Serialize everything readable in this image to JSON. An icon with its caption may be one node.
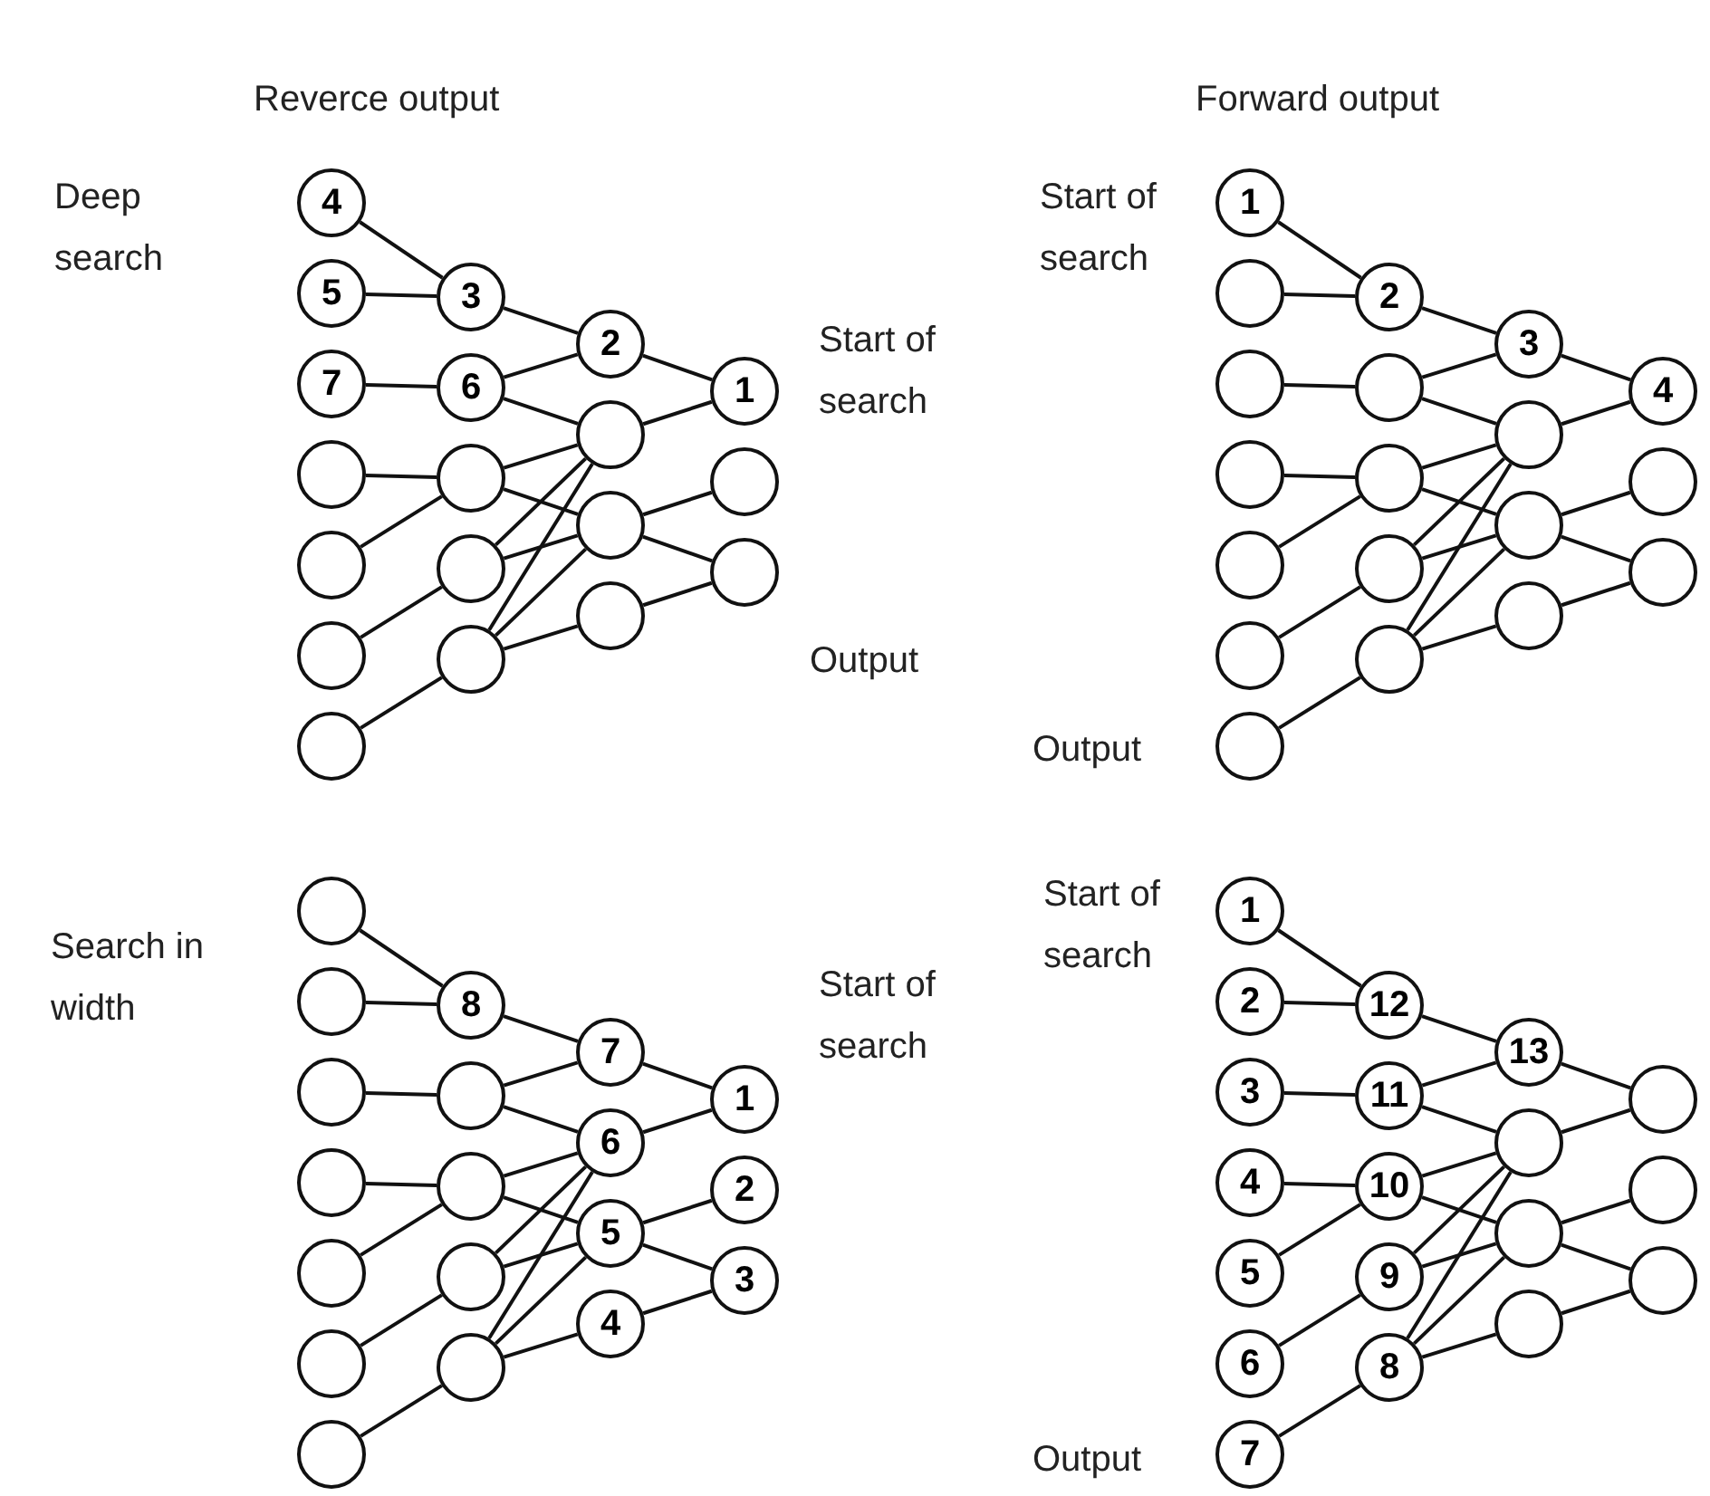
{
  "diagram": {
    "nodes": [
      {
        "text": [
          "4"
        ]
      },
      {
        "text": [
          "5"
        ]
      },
      {
        "text": [
          "7"
        ]
      },
      {
        "text": [],
        "shape": "circle"
      },
      {
        "text": [],
        "shape": "circle"
      },
      {
        "text": [],
        "shape": "circle"
      },
      {
        "text": [],
        "shape": "circle"
      },
      {
        "text": [
          "3"
        ]
      },
      {
        "text": [
          "6"
        ]
      },
      {
        "text": [],
        "shape": "circle"
      },
      {
        "text": [],
        "shape": "circle"
      },
      {
        "text": [],
        "shape": "circle"
      },
      {
        "text": [
          "2"
        ]
      },
      {
        "text": [],
        "shape": "circle"
      },
      {
        "text": [],
        "shape": "circle"
      },
      {
        "text": [],
        "shape": "circle"
      },
      {
        "text": [
          "1"
        ]
      },
      {
        "text": [],
        "shape": "circle"
      },
      {
        "text": [],
        "shape": "circle"
      },
      {
        "text": [
          "1"
        ]
      },
      {
        "text": [],
        "shape": "circle"
      },
      {
        "text": [],
        "shape": "circle"
      },
      {
        "text": [],
        "shape": "circle"
      },
      {
        "text": [],
        "shape": "circle"
      },
      {
        "text": [],
        "shape": "circle"
      },
      {
        "text": [],
        "shape": "circle"
      },
      {
        "text": [
          "2"
        ]
      },
      {
        "text": [],
        "shape": "circle"
      },
      {
        "text": [],
        "shape": "circle"
      },
      {
        "text": [],
        "shape": "circle"
      },
      {
        "text": [],
        "shape": "circle"
      },
      {
        "text": [
          "3"
        ]
      },
      {
        "text": [],
        "shape": "circle"
      },
      {
        "text": [],
        "shape": "circle"
      },
      {
        "text": [],
        "shape": "circle"
      },
      {
        "text": [
          "4"
        ]
      },
      {
        "text": [],
        "shape": "circle"
      },
      {
        "text": [],
        "shape": "circle"
      },
      {
        "text": [],
        "shape": "circle"
      },
      {
        "text": [],
        "shape": "circle"
      },
      {
        "text": [],
        "shape": "circle"
      },
      {
        "text": [],
        "shape": "circle"
      },
      {
        "text": [],
        "shape": "circle"
      },
      {
        "text": [],
        "shape": "circle"
      },
      {
        "text": [],
        "shape": "circle"
      },
      {
        "text": [
          "8"
        ]
      },
      {
        "text": [],
        "shape": "circle"
      },
      {
        "text": [],
        "shape": "circle"
      },
      {
        "text": [],
        "shape": "circle"
      },
      {
        "text": [],
        "shape": "circle"
      },
      {
        "text": [
          "7"
        ]
      },
      {
        "text": [
          "6"
        ]
      },
      {
        "text": [
          "5"
        ]
      },
      {
        "text": [
          "4"
        ]
      },
      {
        "text": [
          "1"
        ]
      },
      {
        "text": [
          "2"
        ]
      },
      {
        "text": [
          "3"
        ]
      },
      {
        "text": [
          "1"
        ]
      },
      {
        "text": [
          "2"
        ]
      },
      {
        "text": [
          "3"
        ]
      },
      {
        "text": [
          "4"
        ]
      },
      {
        "text": [
          "5"
        ]
      },
      {
        "text": [
          "6"
        ]
      },
      {
        "text": [
          "7"
        ]
      },
      {
        "text": [
          "12"
        ]
      },
      {
        "text": [
          "11"
        ]
      },
      {
        "text": [
          "10"
        ]
      },
      {
        "text": [
          "9"
        ]
      },
      {
        "text": [
          "8"
        ]
      },
      {
        "text": [
          "13"
        ]
      },
      {
        "text": [],
        "shape": "circle"
      },
      {
        "text": [],
        "shape": "circle"
      },
      {
        "text": [],
        "shape": "circle"
      },
      {
        "text": [],
        "shape": "circle"
      },
      {
        "text": [],
        "shape": "circle"
      },
      {
        "text": [],
        "shape": "circle"
      }
    ],
    "edges": [
      {
        "from": 0,
        "to": 7,
        "arrow": "none"
      },
      {
        "from": 1,
        "to": 7,
        "arrow": "none"
      },
      {
        "from": 2,
        "to": 8,
        "arrow": "none"
      },
      {
        "from": 3,
        "to": 9,
        "arrow": "none"
      },
      {
        "from": 4,
        "to": 9,
        "arrow": "none"
      },
      {
        "from": 5,
        "to": 10,
        "arrow": "none"
      },
      {
        "from": 6,
        "to": 11,
        "arrow": "none"
      },
      {
        "from": 7,
        "to": 12,
        "arrow": "none"
      },
      {
        "from": 8,
        "to": 12,
        "arrow": "none"
      },
      {
        "from": 8,
        "to": 13,
        "arrow": "none"
      },
      {
        "from": 9,
        "to": 13,
        "arrow": "none"
      },
      {
        "from": 9,
        "to": 14,
        "arrow": "none"
      },
      {
        "from": 10,
        "to": 13,
        "arrow": "none"
      },
      {
        "from": 10,
        "to": 14,
        "arrow": "none"
      },
      {
        "from": 11,
        "to": 13,
        "arrow": "none"
      },
      {
        "from": 11,
        "to": 14,
        "arrow": "none"
      },
      {
        "from": 11,
        "to": 15,
        "arrow": "none"
      },
      {
        "from": 12,
        "to": 16,
        "arrow": "none"
      },
      {
        "from": 13,
        "to": 16,
        "arrow": "none"
      },
      {
        "from": 14,
        "to": 17,
        "arrow": "none"
      },
      {
        "from": 14,
        "to": 18,
        "arrow": "none"
      },
      {
        "from": 15,
        "to": 18,
        "arrow": "none"
      },
      {
        "from": 19,
        "to": 26,
        "arrow": "none"
      },
      {
        "from": 20,
        "to": 26,
        "arrow": "none"
      },
      {
        "from": 21,
        "to": 27,
        "arrow": "none"
      },
      {
        "from": 22,
        "to": 28,
        "arrow": "none"
      },
      {
        "from": 23,
        "to": 28,
        "arrow": "none"
      },
      {
        "from": 24,
        "to": 29,
        "arrow": "none"
      },
      {
        "from": 25,
        "to": 30,
        "arrow": "none"
      },
      {
        "from": 26,
        "to": 31,
        "arrow": "none"
      },
      {
        "from": 27,
        "to": 31,
        "arrow": "none"
      },
      {
        "from": 27,
        "to": 32,
        "arrow": "none"
      },
      {
        "from": 28,
        "to": 32,
        "arrow": "none"
      },
      {
        "from": 28,
        "to": 33,
        "arrow": "none"
      },
      {
        "from": 29,
        "to": 32,
        "arrow": "none"
      },
      {
        "from": 29,
        "to": 33,
        "arrow": "none"
      },
      {
        "from": 30,
        "to": 32,
        "arrow": "none"
      },
      {
        "from": 30,
        "to": 33,
        "arrow": "none"
      },
      {
        "from": 30,
        "to": 34,
        "arrow": "none"
      },
      {
        "from": 31,
        "to": 35,
        "arrow": "none"
      },
      {
        "from": 32,
        "to": 35,
        "arrow": "none"
      },
      {
        "from": 33,
        "to": 36,
        "arrow": "none"
      },
      {
        "from": 33,
        "to": 37,
        "arrow": "none"
      },
      {
        "from": 34,
        "to": 37,
        "arrow": "none"
      },
      {
        "from": 38,
        "to": 45,
        "arrow": "none"
      },
      {
        "from": 39,
        "to": 45,
        "arrow": "none"
      },
      {
        "from": 40,
        "to": 46,
        "arrow": "none"
      },
      {
        "from": 41,
        "to": 47,
        "arrow": "none"
      },
      {
        "from": 42,
        "to": 47,
        "arrow": "none"
      },
      {
        "from": 43,
        "to": 48,
        "arrow": "none"
      },
      {
        "from": 44,
        "to": 49,
        "arrow": "none"
      },
      {
        "from": 45,
        "to": 50,
        "arrow": "none"
      },
      {
        "from": 46,
        "to": 50,
        "arrow": "none"
      },
      {
        "from": 46,
        "to": 51,
        "arrow": "none"
      },
      {
        "from": 47,
        "to": 51,
        "arrow": "none"
      },
      {
        "from": 47,
        "to": 52,
        "arrow": "none"
      },
      {
        "from": 48,
        "to": 51,
        "arrow": "none"
      },
      {
        "from": 48,
        "to": 52,
        "arrow": "none"
      },
      {
        "from": 49,
        "to": 51,
        "arrow": "none"
      },
      {
        "from": 49,
        "to": 52,
        "arrow": "none"
      },
      {
        "from": 49,
        "to": 53,
        "arrow": "none"
      },
      {
        "from": 50,
        "to": 54,
        "arrow": "none"
      },
      {
        "from": 51,
        "to": 54,
        "arrow": "none"
      },
      {
        "from": 52,
        "to": 55,
        "arrow": "none"
      },
      {
        "from": 52,
        "to": 56,
        "arrow": "none"
      },
      {
        "from": 53,
        "to": 56,
        "arrow": "none"
      },
      {
        "from": 57,
        "to": 64,
        "arrow": "none"
      },
      {
        "from": 58,
        "to": 64,
        "arrow": "none"
      },
      {
        "from": 59,
        "to": 65,
        "arrow": "none"
      },
      {
        "from": 60,
        "to": 66,
        "arrow": "none"
      },
      {
        "from": 61,
        "to": 66,
        "arrow": "none"
      },
      {
        "from": 62,
        "to": 67,
        "arrow": "none"
      },
      {
        "from": 63,
        "to": 68,
        "arrow": "none"
      },
      {
        "from": 64,
        "to": 69,
        "arrow": "none"
      },
      {
        "from": 65,
        "to": 69,
        "arrow": "none"
      },
      {
        "from": 65,
        "to": 70,
        "arrow": "none"
      },
      {
        "from": 66,
        "to": 70,
        "arrow": "none"
      },
      {
        "from": 66,
        "to": 71,
        "arrow": "none"
      },
      {
        "from": 67,
        "to": 70,
        "arrow": "none"
      },
      {
        "from": 67,
        "to": 71,
        "arrow": "none"
      },
      {
        "from": 68,
        "to": 70,
        "arrow": "none"
      },
      {
        "from": 68,
        "to": 71,
        "arrow": "none"
      },
      {
        "from": 68,
        "to": 72,
        "arrow": "none"
      },
      {
        "from": 69,
        "to": 73,
        "arrow": "none"
      },
      {
        "from": 70,
        "to": 73,
        "arrow": "none"
      },
      {
        "from": 71,
        "to": 74,
        "arrow": "none"
      },
      {
        "from": 71,
        "to": 75,
        "arrow": "none"
      },
      {
        "from": 72,
        "to": 75,
        "arrow": "none"
      }
    ],
    "labels": [
      "Reverce output",
      "Forward output",
      "Deep search",
      "Start of search",
      "Start of search",
      "Output",
      "Output",
      "Search in width",
      "Start of search",
      "Start of search",
      "Output"
    ]
  }
}
